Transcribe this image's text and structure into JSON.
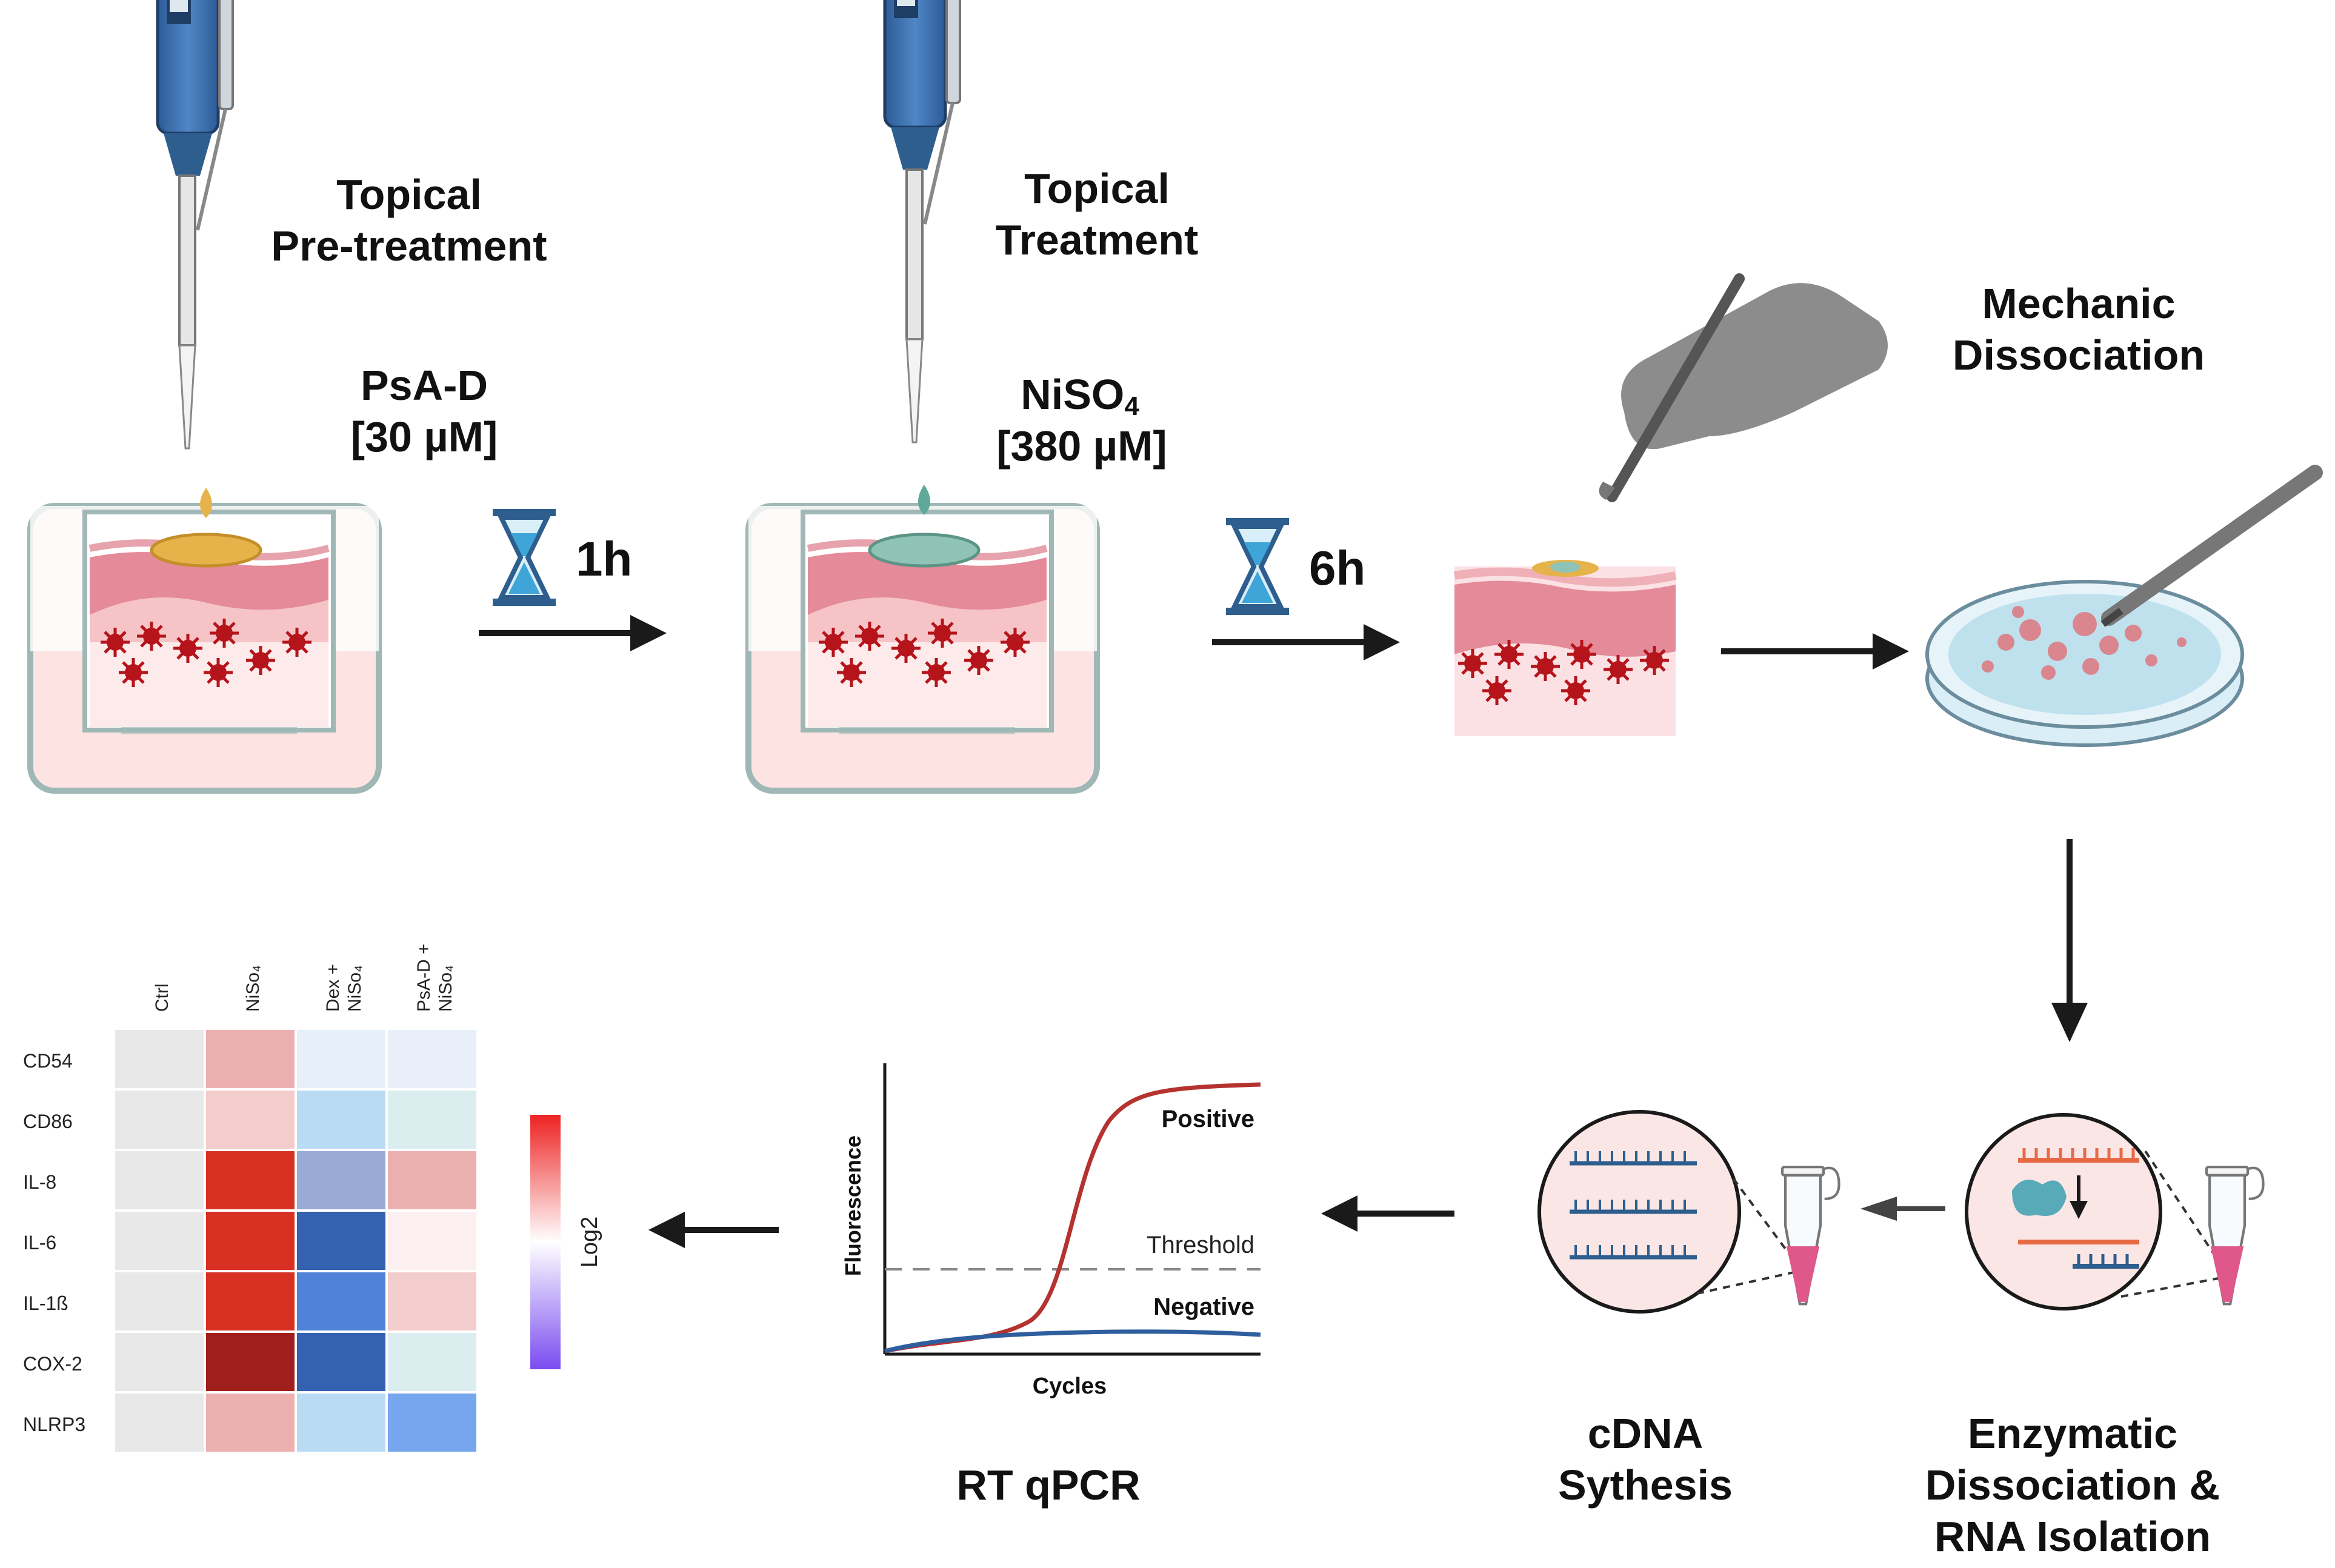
{
  "steps": {
    "pretreatment_title_1": "Topical",
    "pretreatment_title_2": "Pre-treatment",
    "pretreatment_compound": "PsA-D",
    "pretreatment_conc": "[30 µM]",
    "wait_1": "1h",
    "treatment_title_1": "Topical",
    "treatment_title_2": "Treatment",
    "treatment_compound": "NiSO",
    "treatment_compound_sub": "4",
    "treatment_conc": "[380 µM]",
    "wait_2": "6h",
    "mechanic_1": "Mechanic",
    "mechanic_2": "Dissociation",
    "enzymatic_1": "Enzymatic",
    "enzymatic_2": "Dissociation &",
    "enzymatic_3": "RNA Isolation",
    "cdna_1": "cDNA",
    "cdna_2": "Sythesis",
    "rtqpcr": "RT qPCR"
  },
  "qpcr_plot": {
    "ylabel": "Fluorescence",
    "xlabel": "Cycles",
    "positive_label": "Positive",
    "threshold_label": "Threshold",
    "negative_label": "Negative",
    "colors": {
      "positive": "#b5322e",
      "negative": "#2e5e9e",
      "threshold": "#888888"
    }
  },
  "heatmap": {
    "columns": [
      "Ctrl",
      "NiSo4",
      "Dex + NiSo4",
      "PsA-D + NiSo4"
    ],
    "column_lines": [
      [
        "Ctrl"
      ],
      [
        "NiSo₄"
      ],
      [
        "Dex +",
        "NiSo₄"
      ],
      [
        "PsA-D +",
        "NiSo₄"
      ]
    ],
    "rows": [
      "CD54",
      "CD86",
      "IL-8",
      "IL-6",
      "IL-1ß",
      "COX-2",
      "NLRP3"
    ],
    "cells": [
      [
        "#e8e8e8",
        "#edb0b0",
        "#e7eff8",
        "#e8eff8"
      ],
      [
        "#e8e8e8",
        "#f3cccc",
        "#b9dbf3",
        "#dcedf0"
      ],
      [
        "#e8e8e8",
        "#d93024",
        "#99aad5",
        "#edb0b0"
      ],
      [
        "#e8e8e8",
        "#d93024",
        "#3461b0",
        "#fbefef"
      ],
      [
        "#e8e8e8",
        "#d93024",
        "#4f82d8",
        "#f3cccc"
      ],
      [
        "#e8e8e8",
        "#a01e1b",
        "#3461b0",
        "#dcedf0"
      ],
      [
        "#e8e8e8",
        "#edb0b0",
        "#b9dbf3",
        "#76a6ee"
      ]
    ],
    "legend_label": "Log2",
    "legend_colors": [
      "#ee2222",
      "#ffffff",
      "#7a4cf0"
    ]
  }
}
